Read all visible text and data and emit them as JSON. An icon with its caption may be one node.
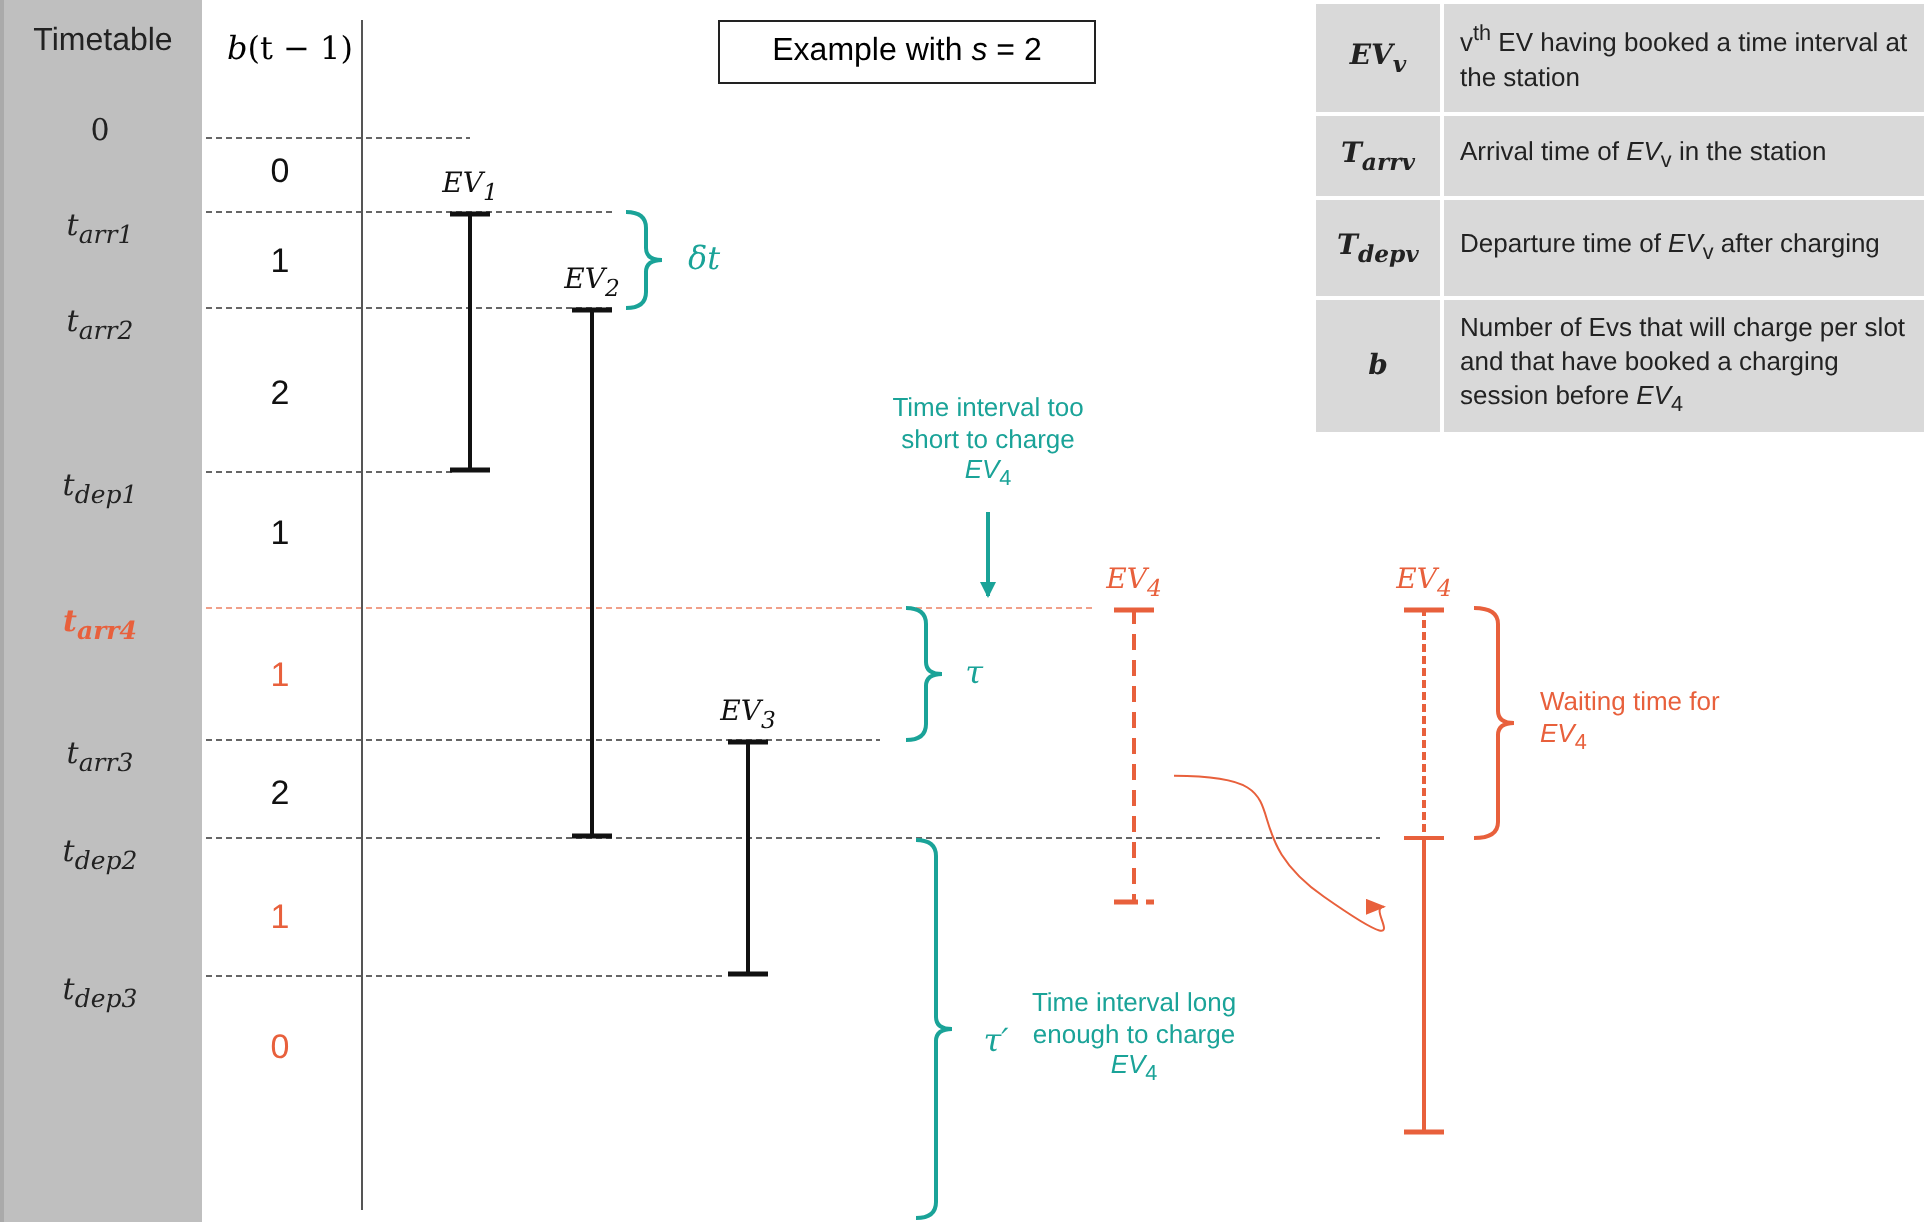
{
  "diagram": {
    "nodes": [
      {
        "text": [
          "Example with *s* = 2"
        ]
      },
      {
        "text": [
          "Timetable"
        ]
      },
      {
        "text": [
          "EV$_{1}$"
        ]
      },
      {
        "text": [
          "EV$_{2}$"
        ]
      },
      {
        "text": [
          "EV$_{3}$"
        ]
      },
      {
        "text": [
          "Time interval too short to charge *EV*$_{4}$"
        ]
      },
      {
        "text": [
          "EV$_{4}$"
        ]
      },
      {
        "text": [
          "EV$_{4}$"
        ]
      }
    ],
    "edges": [
      {
        "from": 5,
        "to": null,
        "arrow": "to",
        "color": "#1aa398"
      },
      {
        "from": 6,
        "to": 7,
        "arrow": "to",
        "color": "#e8603c"
      }
    ],
    "labels": [
      "*b*(t − 1)",
      "EV$_{v}$",
      "v$^{th}$ EV having booked a time interval at the station",
      "T$_{arrv}$",
      "Arrival time of *EV*$_{v}$ in the station",
      "T$_{depv}$",
      "Departure time of *EV*$_{v}$ after charging",
      "b",
      "Number of Evs that will charge per slot and that have booked a charging session before *EV*$_{4}$",
      "0",
      "t$_{arr1}$",
      "t$_{arr2}$",
      "t$_{dep1}$",
      "t$_{arr4}$",
      "t$_{arr3}$",
      "t$_{dep2}$",
      "t$_{dep3}$",
      "0",
      "1",
      "2",
      "1",
      "1",
      "2",
      "1",
      "0",
      "δt",
      "τ",
      "τ′",
      "Time interval long enough to charge *EV*$_{4}$",
      "Waiting time for *EV*$_{4}$"
    ]
  }
}
